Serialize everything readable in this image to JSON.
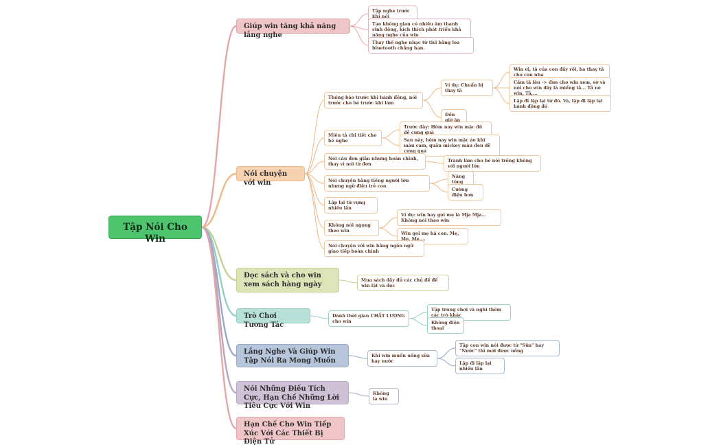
{
  "root": {
    "label": "Tập Nói Cho Win"
  },
  "colors": {
    "pink": "#e3a6ab",
    "peach": "#ecb888",
    "olive": "#c9cf94",
    "teal": "#93cfc4",
    "blue": "#97a9c6",
    "purple": "#b8a4c2",
    "root": "#4fc46f"
  },
  "branches": [
    {
      "label": "Giúp win tăng khả năng lắng nghe",
      "color": "pink",
      "children": [
        {
          "label": "Tập nghe trước khi nói"
        },
        {
          "label": "Tạo không gian có nhiều âm thanh sinh động, kích thích phát triển khả năng nghe của win"
        },
        {
          "label": "Thay thế nghe nhạc từ tivi bằng loa bluetooth chẳng hạn."
        }
      ]
    },
    {
      "label": "Nói chuyện với win",
      "color": "peach",
      "children": [
        {
          "label": "Thông báo trước khi hành động, nói trước cho bé trước khi làm",
          "children": [
            {
              "label": "Ví dụ: Chuẩn bị thay tã",
              "children": [
                {
                  "label": "Win ơi, tã của con đầy rồi, ba thay tã cho con nha"
                },
                {
                  "label": "Cầm tã lên -> đưa cho win xem, sờ và nói cho win đây là miếng tã... Tã nè win, Tã,..."
                },
                {
                  "label": "Lặp đi lặp lại từ đó. Và, lặp đi lặp lại hành động đó"
                }
              ]
            },
            {
              "label": "Đến giờ ăn"
            }
          ]
        },
        {
          "label": "Miêu tả chi tiết cho bé nghe",
          "children": [
            {
              "label": "Trước đây: Hôm nay win mặc đồ dễ cưng quá"
            },
            {
              "label": "Sau này, hôm nay win mặc áo khi màu cam, quần mickey màu đen dễ cưng quá"
            }
          ]
        },
        {
          "label": "Nói câu đơn giản nhưng hoàn chỉnh, thay vì nói từ đơn",
          "children": [
            {
              "label": "Tránh làm cho bé nói trống không với người lớn"
            }
          ]
        },
        {
          "label": "Nói chuyện bằng tiếng người lớn nhưng ngữ điệu trẻ con",
          "children": [
            {
              "label": "Nâng tông"
            },
            {
              "label": "Cường điệu hơn"
            }
          ]
        },
        {
          "label": "Lặp lại từ vựng nhiều lần"
        },
        {
          "label": "Không nói ngọng theo win",
          "children": [
            {
              "label": "Ví dụ: win hay gọi mẹ là Mja Mja... Không nói theo win"
            },
            {
              "label": "Win gọi mẹ hả con. Mẹ, Mẹ, Mẹ,..."
            }
          ]
        },
        {
          "label": "Nói chuyện với win bằng ngôn ngữ giao tiếp hoàn chỉnh"
        }
      ]
    },
    {
      "label": "Đọc sách và cho win xem sách hàng ngày",
      "color": "olive",
      "children": [
        {
          "label": "Mua sách đầy đủ các chủ đề để win lật và đọc"
        }
      ]
    },
    {
      "label": "Trò Chơi Tương Tác",
      "color": "teal",
      "children": [
        {
          "label": "Dành thời gian CHẤT LƯỢNG cho win",
          "children": [
            {
              "label": "Tập trung chơi và nghĩ thêm các trò khác"
            },
            {
              "label": "Không điện thoại"
            }
          ]
        }
      ]
    },
    {
      "label": "Lắng Nghe Và Giúp Win Tập Nói Ra Mong Muốn",
      "color": "blue",
      "children": [
        {
          "label": "Khi win muốn uống sữa hay nước",
          "children": [
            {
              "label": "Tập con win nói được từ \"Sữa\" hay \"Nước\" thì mới được uống"
            },
            {
              "label": "Lặp đi lặp lại nhiều lần"
            }
          ]
        }
      ]
    },
    {
      "label": "Nói Những Điều Tích Cực, Hạn Chế Những Lời Tiêu Cực Với Win",
      "color": "purple",
      "children": [
        {
          "label": "Không la win"
        }
      ]
    },
    {
      "label": "Hạn Chế Cho Win Tiếp Xúc Với Các Thiết Bị Điện Tử",
      "color": "pink",
      "children": []
    }
  ]
}
